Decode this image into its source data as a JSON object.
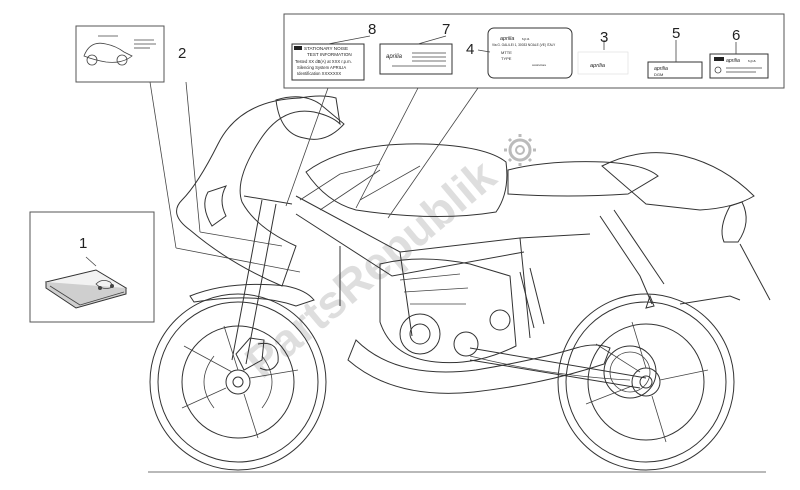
{
  "callouts": {
    "n1": "1",
    "n2": "2",
    "n3": "3",
    "n4": "4",
    "n5": "5",
    "n6": "6",
    "n7": "7",
    "n8": "8"
  },
  "label8": {
    "heading1": "STATIONARY NOISE",
    "heading2": "TEST INFORMATION",
    "line1": "Tested XX dB(A) at XXX r.p.m.",
    "line2": "Silencing System  APRILIA",
    "line3": "Identification   XXXXXXX"
  },
  "label7": {
    "brand": "aprilia"
  },
  "label4": {
    "brand": "aprilia",
    "brand_suffix": "s.p.a.",
    "line1": "Via G. GALILEI 1, 30033 NOALE (VE) ITALY",
    "line2": "MTTE",
    "line3": "TYPE",
    "signature": "costruttore"
  },
  "label3": {
    "brand": "aprilia"
  },
  "label5": {
    "brand": "aprilia",
    "line": "DGM"
  },
  "label6": {
    "brand": "aprilia",
    "brand_suffix": "s.p.a."
  },
  "watermark": "PartsRepublik",
  "colors": {
    "ink": "#222222",
    "frame": "#555555",
    "watermark": "#b8b8b8"
  }
}
